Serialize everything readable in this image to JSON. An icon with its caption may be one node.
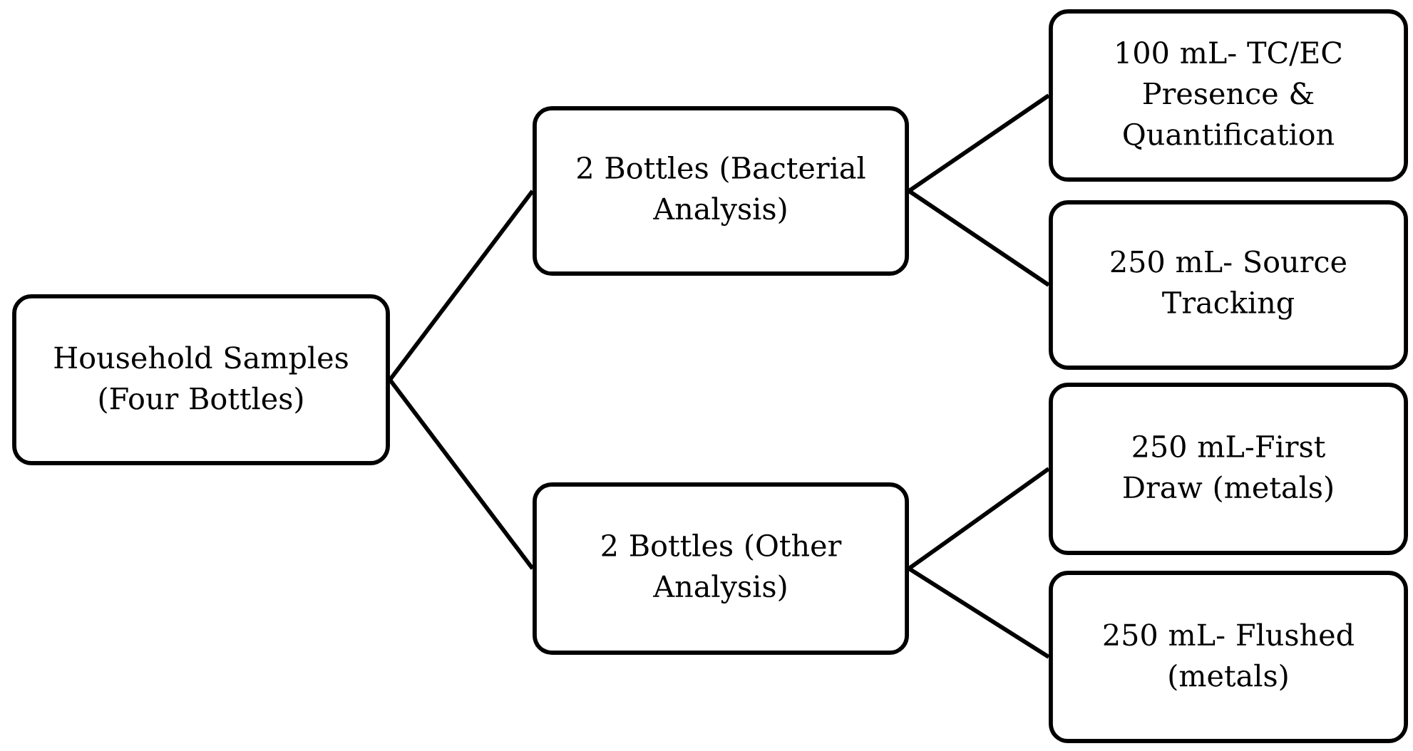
{
  "diagram": {
    "nodes": [
      {
        "text": [
          "Household Samples (Four Bottles)"
        ]
      },
      {
        "text": [
          "2 Bottles (Bacterial Analysis)"
        ]
      },
      {
        "text": [
          "100 mL- TC/EC Presence & Quantification"
        ]
      },
      {
        "text": [
          "250 mL- Source Tracking"
        ]
      },
      {
        "text": [
          "2 Bottles (Other Analysis)"
        ]
      },
      {
        "text": [
          "250 mL-First Draw (metals)"
        ]
      },
      {
        "text": [
          "250 mL- Flushed (metals)"
        ]
      }
    ],
    "edges": [
      {
        "from": 0,
        "to": 1,
        "arrow": "none"
      },
      {
        "from": 0,
        "to": 4,
        "arrow": "none"
      },
      {
        "from": 1,
        "to": 2,
        "arrow": "none"
      },
      {
        "from": 1,
        "to": 3,
        "arrow": "none"
      },
      {
        "from": 4,
        "to": 5,
        "arrow": "none"
      },
      {
        "from": 4,
        "to": 6,
        "arrow": "none"
      }
    ]
  }
}
